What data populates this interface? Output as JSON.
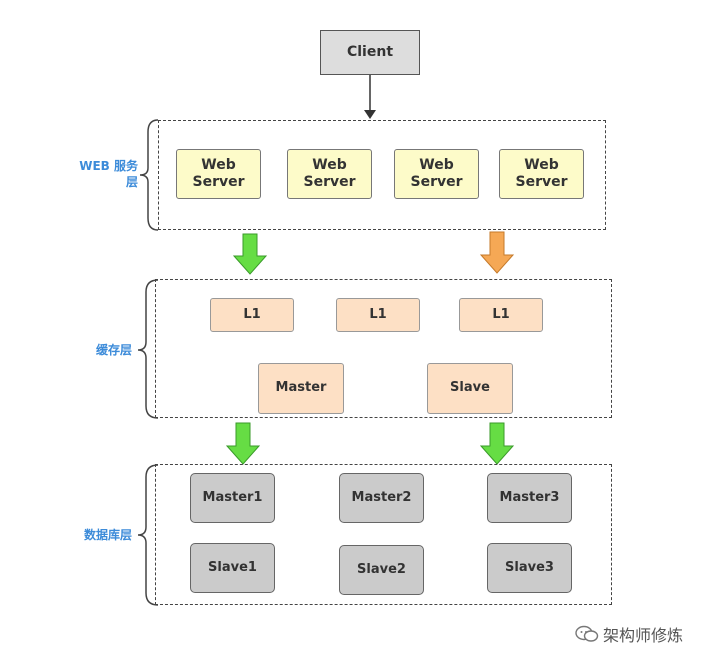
{
  "client": {
    "label": "Client"
  },
  "layers": {
    "web": {
      "label": "WEB 服务\n层",
      "servers": [
        "Web\nServer",
        "Web\nServer",
        "Web\nServer",
        "Web\nServer"
      ]
    },
    "cache": {
      "label": "缓存层",
      "l1": [
        "L1",
        "L1",
        "L1"
      ],
      "master": "Master",
      "slave": "Slave"
    },
    "db": {
      "label": "数据库层",
      "masters": [
        "Master1",
        "Master2",
        "Master3"
      ],
      "slaves": [
        "Slave1",
        "Slave2",
        "Slave3"
      ]
    }
  },
  "watermark": {
    "text": "架构师修炼"
  },
  "colors": {
    "label_blue": "#3c8bd9",
    "arrow_green": "#66dd44",
    "arrow_orange": "#f5a855",
    "web_fill": "#fdfbc9",
    "cache_fill": "#fde0c5",
    "db_fill": "#cbcbcb"
  }
}
